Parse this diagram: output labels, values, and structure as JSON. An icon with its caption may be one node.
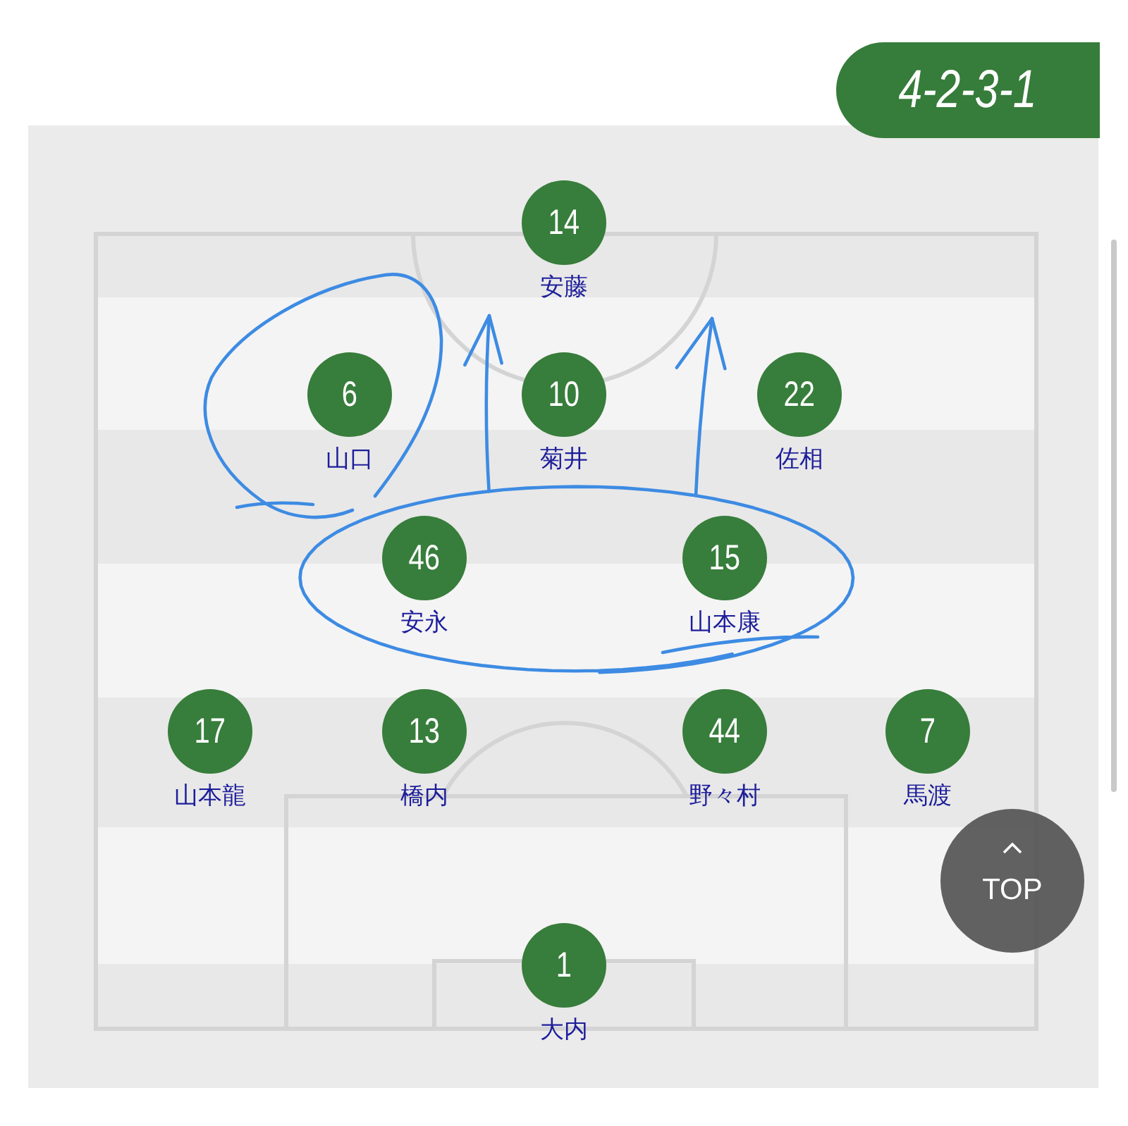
{
  "diagram": {
    "nodes": [
      {
        "text": [
          "4-2-3-1"
        ]
      },
      {
        "text": [
          "14"
        ],
        "beside": [
          "安藤"
        ]
      },
      {
        "text": [],
        "shape": "circle"
      },
      {
        "text": [
          "6"
        ],
        "beside": [
          "山口"
        ],
        "in": 2
      },
      {
        "text": [
          "10"
        ],
        "beside": [
          "菊井"
        ]
      },
      {
        "text": [
          "22"
        ],
        "beside": [
          "佐相"
        ]
      },
      {
        "text": [],
        "shape": "ellipse"
      },
      {
        "text": [
          "46"
        ],
        "beside": [
          "安永"
        ],
        "in": 6
      },
      {
        "text": [
          "15"
        ],
        "beside": [
          "山本康"
        ],
        "in": 6
      },
      {
        "text": [
          "17"
        ],
        "beside": [
          "山本龍"
        ]
      },
      {
        "text": [
          "13"
        ],
        "beside": [
          "橋内"
        ]
      },
      {
        "text": [
          "44"
        ],
        "beside": [
          "野々村"
        ]
      },
      {
        "text": [
          "7"
        ],
        "beside": [
          "馬渡"
        ]
      },
      {
        "text": [
          "1"
        ],
        "beside": [
          "大内"
        ]
      },
      {
        "text": [
          "TOP"
        ]
      }
    ],
    "edges": [
      {
        "from": 6,
        "to": null,
        "arrow": "to"
      },
      {
        "from": 6,
        "to": null,
        "arrow": "to"
      }
    ]
  }
}
